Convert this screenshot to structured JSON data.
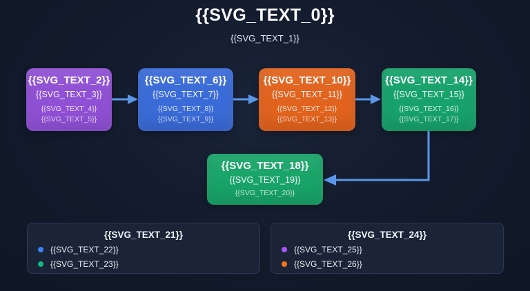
{
  "colors": {
    "arrow": "#5b97e8"
  },
  "header": {
    "title": "{{SVG_TEXT_0}}",
    "subtitle": "{{SVG_TEXT_1}}"
  },
  "flow": {
    "nodes": [
      {
        "title": "{{SVG_TEXT_2}}",
        "subtitle": "{{SVG_TEXT_3}}",
        "detail1": "{{SVG_TEXT_4}}",
        "detail2": "{{SVG_TEXT_5}}",
        "color": "#9050d5"
      },
      {
        "title": "{{SVG_TEXT_6}}",
        "subtitle": "{{SVG_TEXT_7}}",
        "detail1": "{{SVG_TEXT_8}}",
        "detail2": "{{SVG_TEXT_9}}",
        "color": "#3a6bd8"
      },
      {
        "title": "{{SVG_TEXT_10}}",
        "subtitle": "{{SVG_TEXT_11}}",
        "detail1": "{{SVG_TEXT_12}}",
        "detail2": "{{SVG_TEXT_13}}",
        "color": "#e2631d"
      },
      {
        "title": "{{SVG_TEXT_14}}",
        "subtitle": "{{SVG_TEXT_15}}",
        "detail1": "{{SVG_TEXT_16}}",
        "detail2": "{{SVG_TEXT_17}}",
        "color": "#17a26b"
      }
    ],
    "result": {
      "title": "{{SVG_TEXT_18}}",
      "subtitle": "{{SVG_TEXT_19}}",
      "detail1": "{{SVG_TEXT_20}}",
      "color": "#18a468"
    }
  },
  "legends": [
    {
      "title": "{{SVG_TEXT_21}}",
      "items": [
        {
          "label": "{{SVG_TEXT_22}}",
          "color": "#3b82f6"
        },
        {
          "label": "{{SVG_TEXT_23}}",
          "color": "#10b981"
        }
      ]
    },
    {
      "title": "{{SVG_TEXT_24}}",
      "items": [
        {
          "label": "{{SVG_TEXT_25}}",
          "color": "#a855f7"
        },
        {
          "label": "{{SVG_TEXT_26}}",
          "color": "#f97316"
        }
      ]
    }
  ]
}
